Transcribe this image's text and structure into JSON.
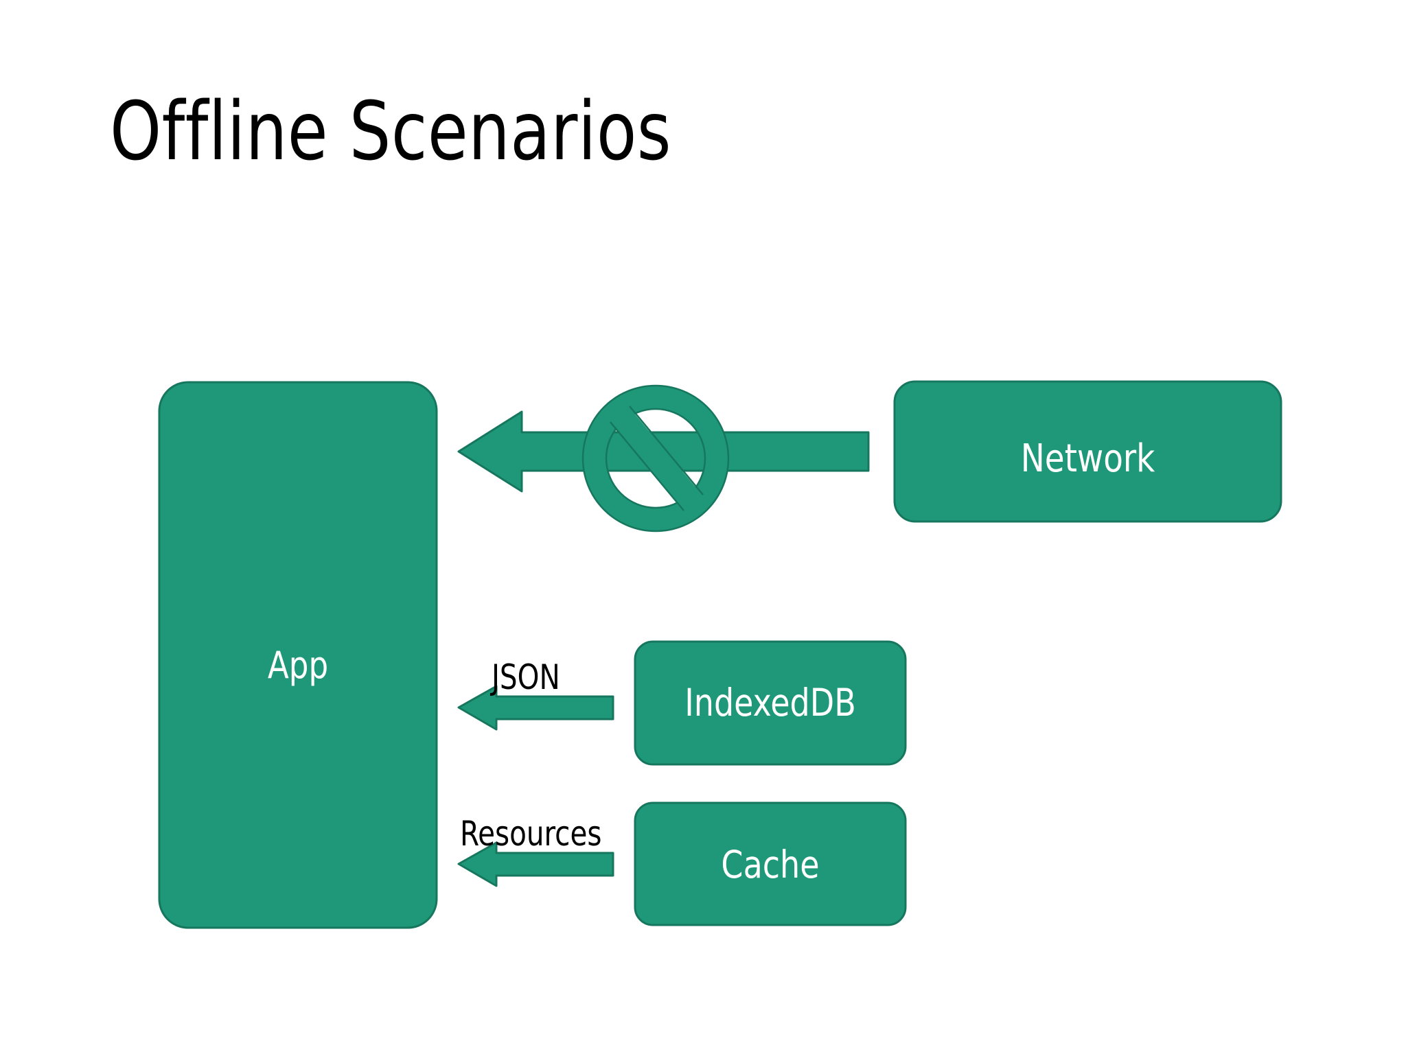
{
  "slide": {
    "title": "Offline Scenarios",
    "background_color": "#ffffff",
    "title_color": "#000000"
  },
  "theme": {
    "shape_fill": "#1E9878",
    "shape_stroke": "#16775E",
    "shape_text_color": "#ffffff",
    "edge_label_color": "#000000",
    "arrow_fill": "#1E9878",
    "arrow_stroke": "#16775E"
  },
  "diagram": {
    "type": "block-flow",
    "nodes": [
      {
        "id": "app",
        "label": "App"
      },
      {
        "id": "network",
        "label": "Network"
      },
      {
        "id": "indexeddb",
        "label": "IndexedDB"
      },
      {
        "id": "cache",
        "label": "Cache"
      }
    ],
    "edges": [
      {
        "id": "network-to-app",
        "from": "network",
        "to": "app",
        "label": "",
        "blocked": true,
        "blocked_icon": "no-entry-icon"
      },
      {
        "id": "indexeddb-to-app",
        "from": "indexeddb",
        "to": "app",
        "label": "JSON",
        "blocked": false
      },
      {
        "id": "cache-to-app",
        "from": "cache",
        "to": "app",
        "label": "Resources",
        "blocked": false
      }
    ]
  }
}
